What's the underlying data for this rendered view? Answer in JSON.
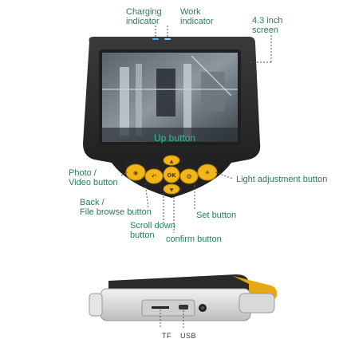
{
  "labels": {
    "charging_indicator": [
      "Charging",
      "indicator"
    ],
    "work_indicator": [
      "Work",
      "indicator"
    ],
    "screen_size": [
      "4.3 inch",
      "screen"
    ],
    "up_button": "Up button",
    "photo_video": [
      "Photo /",
      "Video button"
    ],
    "light_adjustment": "Light adjustment button",
    "back_file_browse": [
      "Back /",
      "File browse button"
    ],
    "set_button": "Set button",
    "scroll_down": [
      "Scroll down",
      "button"
    ],
    "confirm_button": "confirm button",
    "tf": "TF",
    "usb": "USB"
  },
  "keys": {
    "ok": "OK"
  },
  "colors": {
    "label_text": "#2b7a62",
    "leader_line": "#555555",
    "device_body": "#2a2a2a",
    "button_yellow": "#f2b619",
    "up_text": "#2fbf99"
  }
}
